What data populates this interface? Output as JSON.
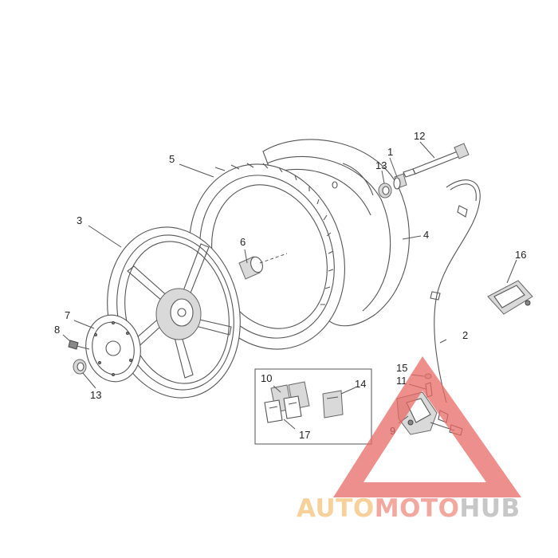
{
  "callouts": [
    {
      "id": "c1",
      "label": "1"
    },
    {
      "id": "c2",
      "label": "2"
    },
    {
      "id": "c3",
      "label": "3"
    },
    {
      "id": "c4",
      "label": "4"
    },
    {
      "id": "c5",
      "label": "5"
    },
    {
      "id": "c6",
      "label": "6"
    },
    {
      "id": "c7",
      "label": "7"
    },
    {
      "id": "c8",
      "label": "8"
    },
    {
      "id": "c9",
      "label": "9"
    },
    {
      "id": "c10",
      "label": "10"
    },
    {
      "id": "c11",
      "label": "11"
    },
    {
      "id": "c12",
      "label": "12"
    },
    {
      "id": "c13a",
      "label": "13"
    },
    {
      "id": "c13b",
      "label": "13"
    },
    {
      "id": "c14",
      "label": "14"
    },
    {
      "id": "c15",
      "label": "15"
    },
    {
      "id": "c16",
      "label": "16"
    },
    {
      "id": "c17",
      "label": "17"
    }
  ],
  "watermark": {
    "part1": "AUTO",
    "part2": "MOTO",
    "part3": "HUB",
    "colors": {
      "auto": "#f4c27a",
      "moto": "#ee8a80",
      "hub": "#b5b5b5",
      "triangle": "#e86a66"
    }
  }
}
